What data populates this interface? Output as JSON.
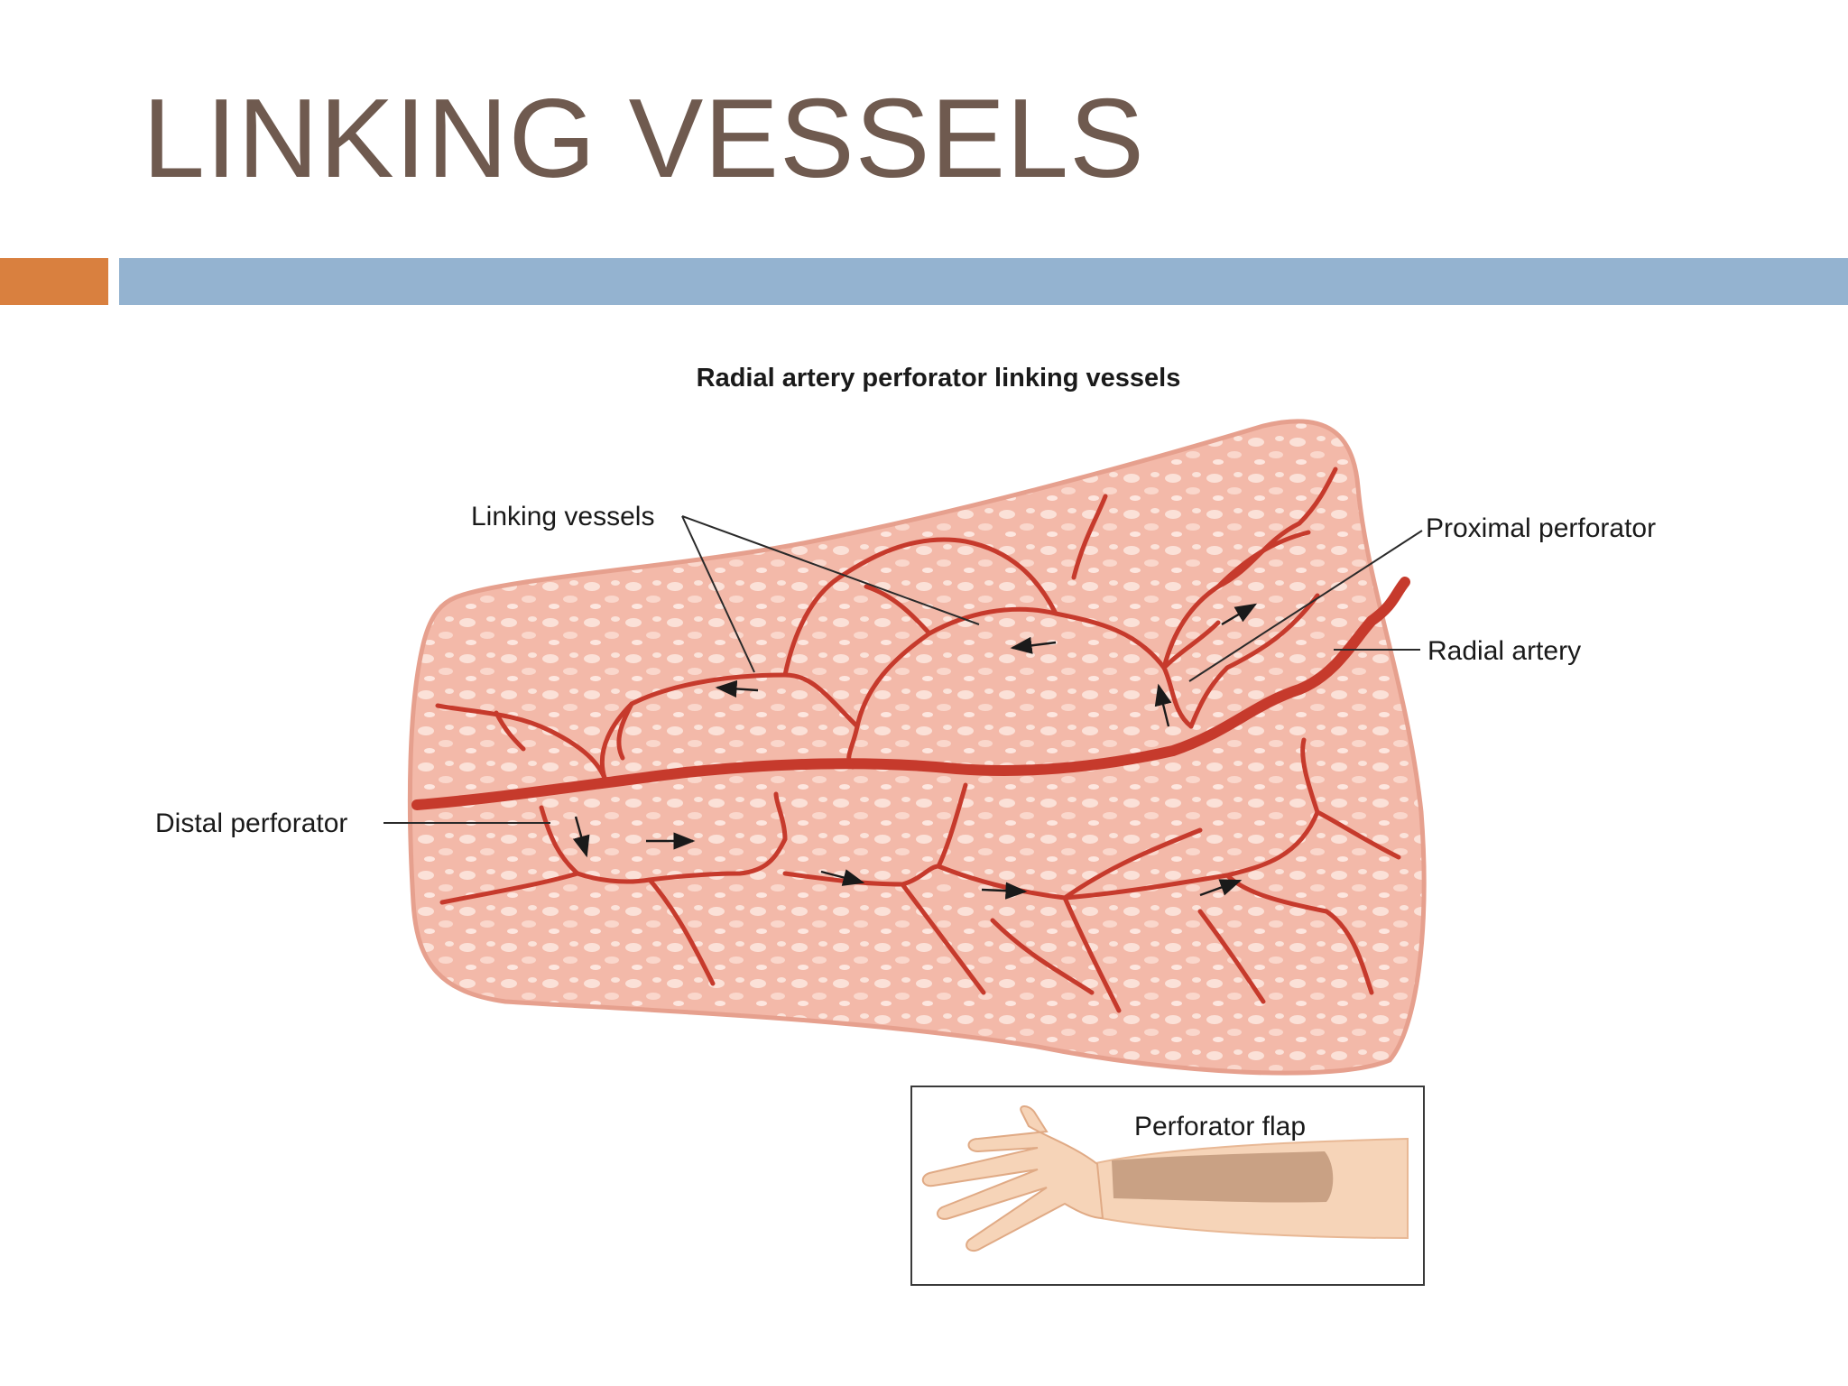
{
  "slide": {
    "title": "LINKING VESSELS"
  },
  "diagram": {
    "title": "Radial artery perforator linking vessels",
    "labels": {
      "linking_vessels": "Linking vessels",
      "proximal_perforator": "Proximal perforator",
      "radial_artery": "Radial artery",
      "distal_perforator": "Distal perforator"
    },
    "inset": {
      "title": "Perforator flap"
    }
  },
  "colors": {
    "title_text": "#6f5a4f",
    "accent_orange": "#d9803f",
    "accent_blue": "#94b3d0",
    "vessel": "#c63a2c",
    "tissue": "#f2b6a6",
    "skin": "#f6d4b8",
    "flap": "#c9a184"
  }
}
